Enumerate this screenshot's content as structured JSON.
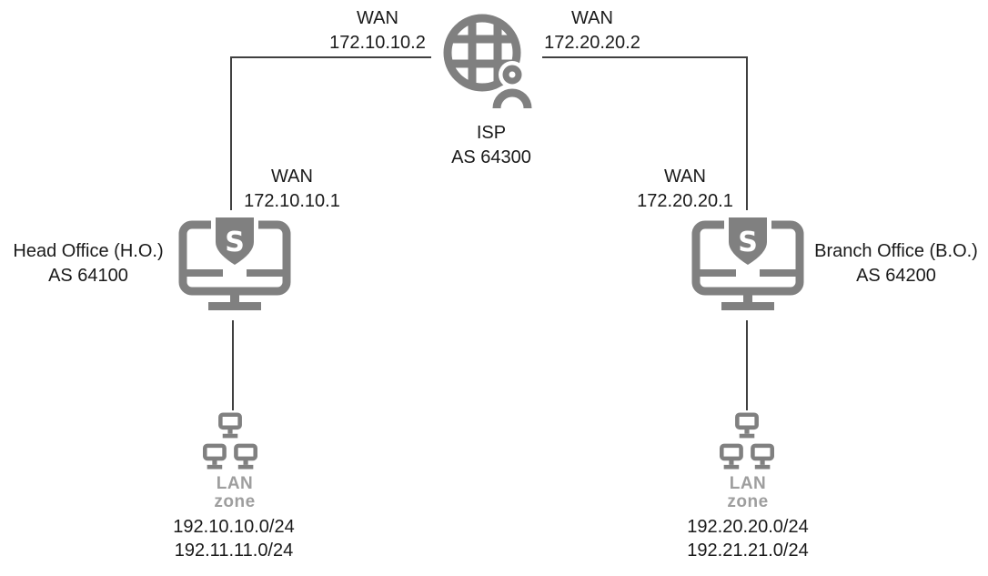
{
  "isp": {
    "name": "ISP",
    "asn": "AS 64300"
  },
  "head_office": {
    "name": "Head Office (H.O.)",
    "asn": "AS 64100"
  },
  "branch_office": {
    "name": "Branch Office (B.O.)",
    "asn": "AS 64200"
  },
  "wan_labels": {
    "isp_ho": {
      "label": "WAN",
      "ip": "172.10.10.2"
    },
    "isp_bo": {
      "label": "WAN",
      "ip": "172.20.20.2"
    },
    "ho": {
      "label": "WAN",
      "ip": "172.10.10.1"
    },
    "bo": {
      "label": "WAN",
      "ip": "172.20.20.1"
    }
  },
  "ho_lan": {
    "label": "LAN",
    "zone": "zone",
    "subnets": [
      "192.10.10.0/24",
      "192.11.11.0/24"
    ]
  },
  "bo_lan": {
    "label": "LAN",
    "zone": "zone",
    "subnets": [
      "192.20.20.0/24",
      "192.21.21.0/24"
    ]
  },
  "colors": {
    "icon-gray": "#808080",
    "line": "#404040",
    "text": "#1a1a1a",
    "zone-gray": "#9e9e9e"
  }
}
